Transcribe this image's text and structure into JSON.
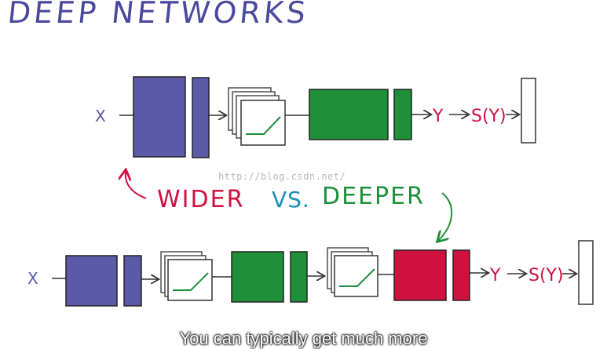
{
  "title": "DEEP NETWORKS",
  "top_network": {
    "input_label": "X",
    "output_label": "Y",
    "softmax_label": "S(Y)"
  },
  "bottom_network": {
    "input_label": "X",
    "output_label": "Y",
    "softmax_label": "S(Y)"
  },
  "comparison": {
    "wider": "WIDER",
    "vs": "VS.",
    "deeper": "DEEPER"
  },
  "watermark": "http://blog.csdn.net/",
  "subtitle": "You can typically get much more",
  "colors": {
    "title": "#4a4a9c",
    "purple": "#5b5aa8",
    "green": "#1f8f3a",
    "red": "#d0103f",
    "vs_blue": "#1a8fb5",
    "arrow": "#333333"
  }
}
